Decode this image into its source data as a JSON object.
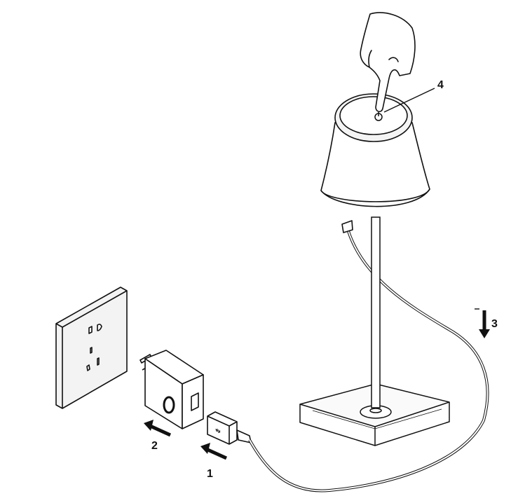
{
  "steps": {
    "step1": "1",
    "step2": "2",
    "step3": "3",
    "step4": "4"
  },
  "colors": {
    "line": "#111111",
    "shade": "#eeeeee"
  }
}
